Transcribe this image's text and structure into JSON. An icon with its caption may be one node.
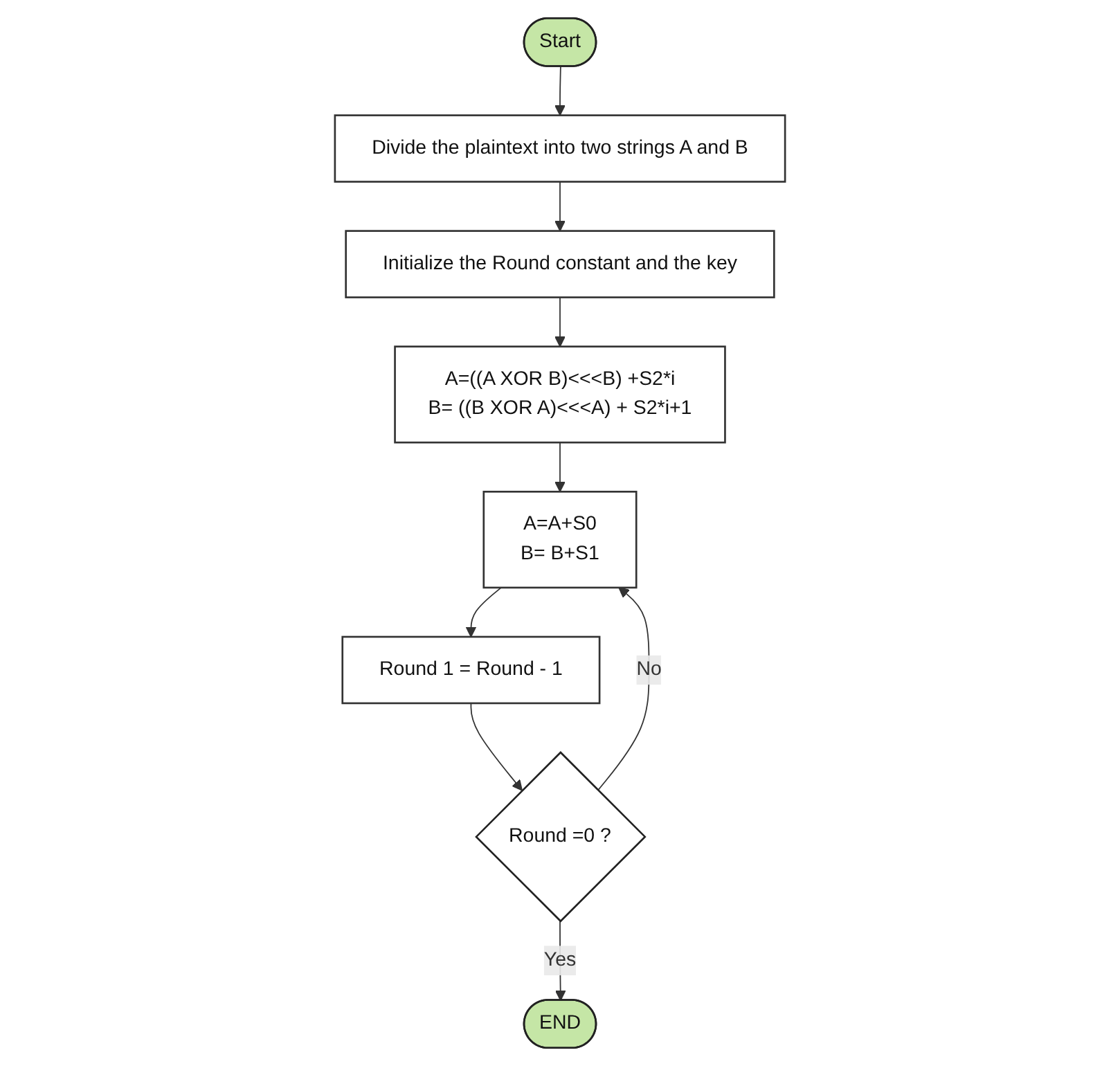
{
  "diagram": {
    "nodes": [
      {
        "text": [
          "Start"
        ]
      },
      {
        "text": [
          "Divide the plaintext into two strings A and B"
        ]
      },
      {
        "text": [
          "Initialize the Round constant and the key"
        ]
      },
      {
        "text": [
          "A=((A XOR B)<<<B) +S2*i",
          "B= ((B XOR A)<<<A) + S2*i+1"
        ]
      },
      {
        "text": [
          "A=A+S0",
          "B= B+S1"
        ]
      },
      {
        "text": [
          "Round 1 = Round - 1"
        ]
      },
      {
        "text": [
          "Round =0 ?"
        ]
      },
      {
        "text": [
          "END"
        ]
      }
    ],
    "edges": [
      {
        "from": 0,
        "to": 1,
        "arrow": "to"
      },
      {
        "from": 1,
        "to": 2,
        "arrow": "to"
      },
      {
        "from": 2,
        "to": 3,
        "arrow": "to"
      },
      {
        "from": 3,
        "to": 4,
        "arrow": "to"
      },
      {
        "from": 4,
        "to": 5,
        "arrow": "to"
      },
      {
        "from": 5,
        "to": 6,
        "arrow": "to"
      },
      {
        "from": 6,
        "to": 4,
        "label": "No",
        "arrow": "to"
      },
      {
        "from": 6,
        "to": 7,
        "label": "Yes",
        "arrow": "to"
      }
    ]
  }
}
